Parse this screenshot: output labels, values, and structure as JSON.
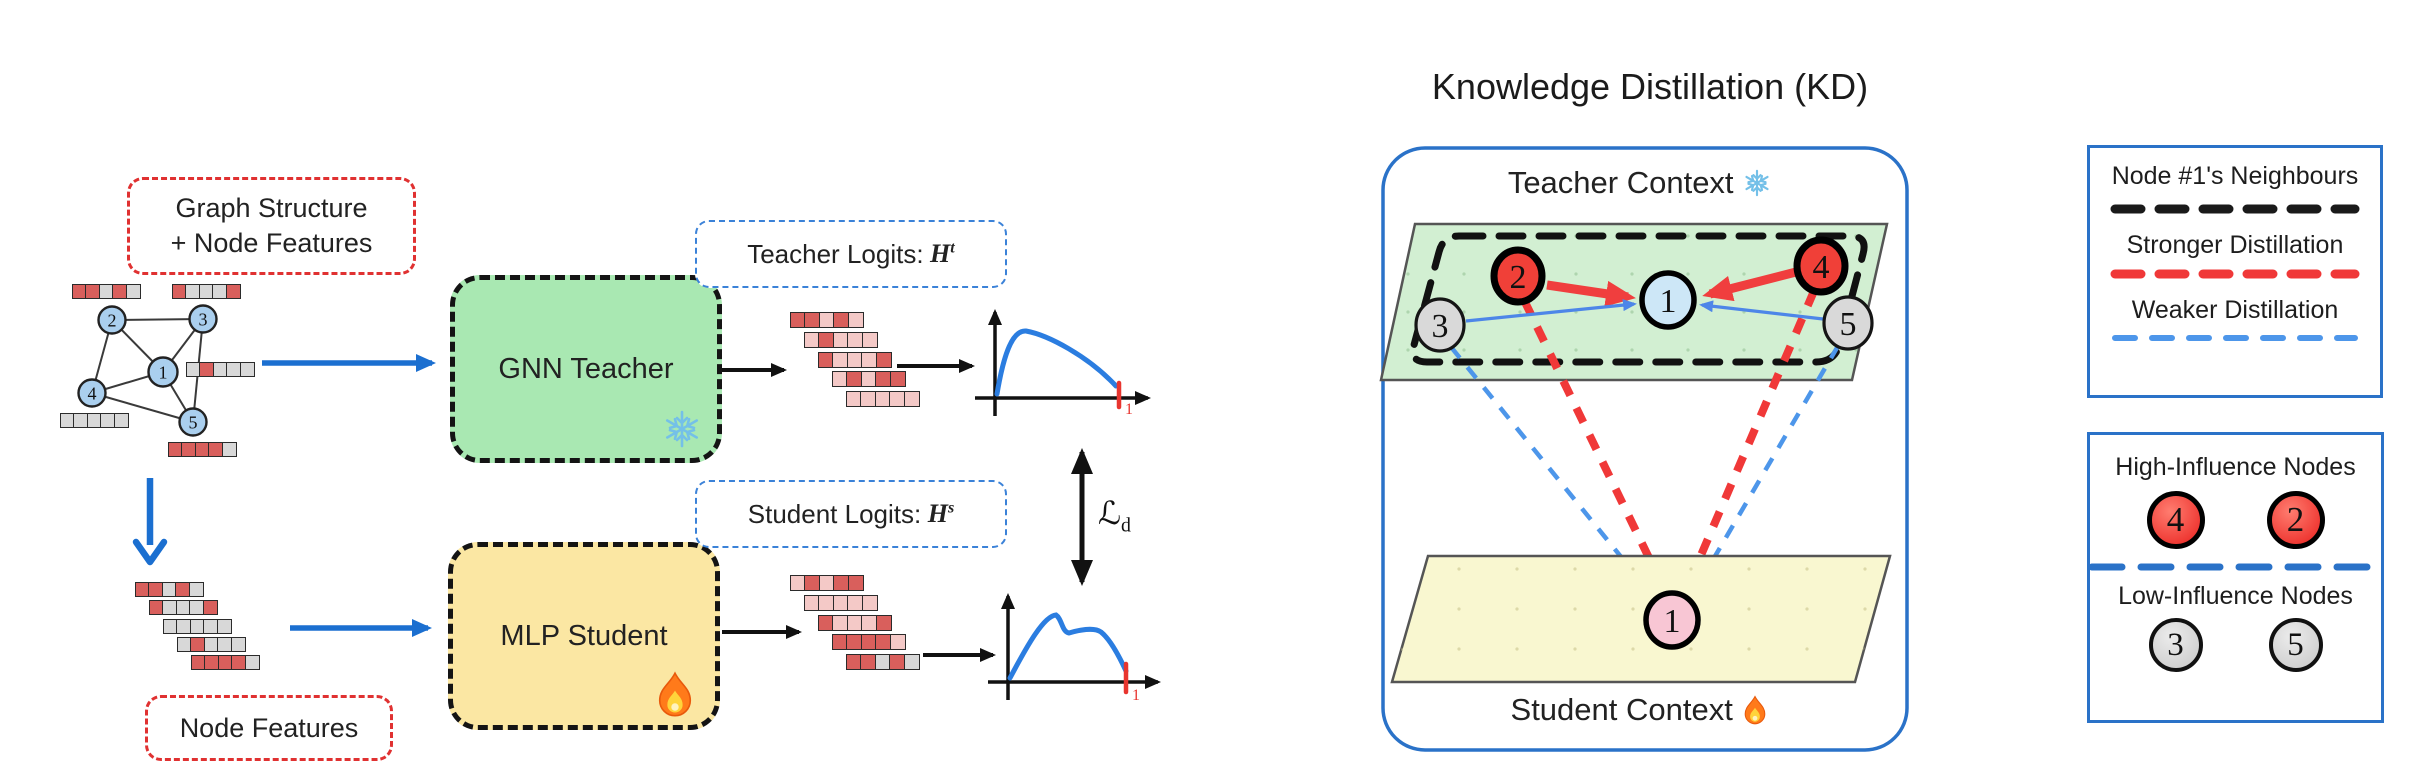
{
  "colors": {
    "red_cell": "#d95f5c",
    "gray_cell": "#d8d8d8",
    "pink_cell": "#f4c9c7",
    "teacher_green": "#a9e8b2",
    "student_yellow": "#fbe7a3",
    "plane_green": "#d2efd2",
    "plane_yellow": "#f9f7d0",
    "node_blue": "#aacfee",
    "node_blue_light": "#cde7f7",
    "node_red": "#f04038",
    "node_gray": "#d9d9d9",
    "node_pink": "#f8c6d4",
    "accent_blue": "#2a72c8",
    "arrow_blue": "#1b6fd0",
    "curve_blue": "#2b7de0",
    "dashed_red": "#f03838",
    "dashed_blue": "#4d96ea",
    "dashed_black": "#1a1a1a",
    "box_red": "#e03131"
  },
  "pipeline": {
    "input_box": {
      "line1": "Graph Structure",
      "line2": "+ Node Features"
    },
    "features_box": {
      "label": "Node Features"
    },
    "graph": {
      "nodes": {
        "n1": "1",
        "n2": "2",
        "n3": "3",
        "n4": "4",
        "n5": "5"
      }
    },
    "node_feature_vectors": {
      "v2": [
        "r",
        "r",
        "g",
        "r",
        "g"
      ],
      "v3": [
        "r",
        "g",
        "g",
        "g",
        "r"
      ],
      "v1": [
        "g",
        "r",
        "g",
        "g",
        "g"
      ],
      "v4": [
        "g",
        "g",
        "g",
        "g",
        "g"
      ],
      "v5": [
        "r",
        "r",
        "r",
        "r",
        "g"
      ]
    },
    "feature_stack": [
      [
        "r",
        "r",
        "g",
        "r",
        "g"
      ],
      [
        "r",
        "g",
        "g",
        "g",
        "r"
      ],
      [
        "g",
        "g",
        "g",
        "g",
        "g"
      ],
      [
        "g",
        "r",
        "g",
        "g",
        "g"
      ],
      [
        "r",
        "r",
        "r",
        "r",
        "g"
      ]
    ],
    "gnn_box": {
      "label": "GNN Teacher"
    },
    "mlp_box": {
      "label": "MLP Student"
    },
    "teacher_logits": {
      "label": "Teacher Logits: ",
      "symbol": "H",
      "sup": "t",
      "stack": [
        [
          "d",
          "d",
          "p",
          "d",
          "p"
        ],
        [
          "p",
          "d",
          "p",
          "p",
          "p"
        ],
        [
          "d",
          "p",
          "p",
          "p",
          "d"
        ],
        [
          "p",
          "d",
          "p",
          "d",
          "d"
        ],
        [
          "p",
          "p",
          "p",
          "p",
          "p"
        ]
      ]
    },
    "student_logits": {
      "label": "Student Logits: ",
      "symbol": "H",
      "sup": "s",
      "stack": [
        [
          "p",
          "d",
          "p",
          "d",
          "d"
        ],
        [
          "p",
          "p",
          "p",
          "p",
          "p"
        ],
        [
          "d",
          "p",
          "p",
          "p",
          "d"
        ],
        [
          "d",
          "d",
          "d",
          "d",
          "p"
        ],
        [
          "d",
          "d",
          "g",
          "d",
          "g"
        ]
      ]
    },
    "loss": {
      "symbol": "ℒ",
      "sub": "d"
    },
    "teacher_plot_tick": "1",
    "student_plot_tick": "1"
  },
  "kd": {
    "title": "Knowledge Distillation (KD)",
    "teacher_label": "Teacher Context",
    "student_label": "Student Context",
    "nodes": {
      "n1": "1",
      "n2": "2",
      "n3": "3",
      "n4": "4",
      "n5": "5"
    },
    "student_node": "1"
  },
  "legend_lines": {
    "neighbours": "Node #1's Neighbours",
    "stronger": "Stronger Distillation",
    "weaker": "Weaker Distillation"
  },
  "legend_nodes": {
    "high_label": "High-Influence Nodes",
    "high": [
      "4",
      "2"
    ],
    "low_label": "Low-Influence Nodes",
    "low": [
      "3",
      "5"
    ]
  }
}
